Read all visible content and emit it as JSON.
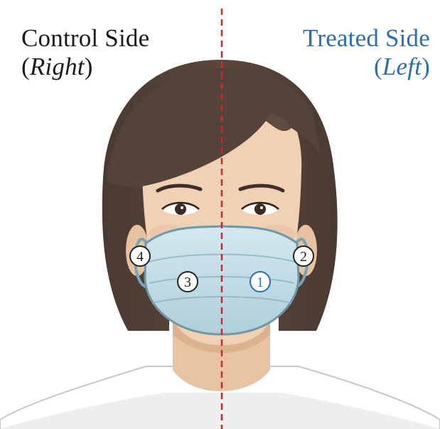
{
  "labels": {
    "control": {
      "title": "Control Side",
      "side_open": "(",
      "side_word": "Right",
      "side_close": ")"
    },
    "treated": {
      "title": "Treated Side",
      "side_open": "(",
      "side_word": "Left",
      "side_close": ")"
    }
  },
  "markers": [
    {
      "id": "1",
      "side": "treated"
    },
    {
      "id": "2",
      "side": "treated"
    },
    {
      "id": "3",
      "side": "control"
    },
    {
      "id": "4",
      "side": "control"
    }
  ],
  "colors": {
    "control_text": "#1b1b1b",
    "treated_text": "#2a6fb2",
    "midline": "#cc2a2a",
    "hair": "#54433a",
    "skin": "#efd2b5",
    "mask": "#bcd8e3"
  }
}
